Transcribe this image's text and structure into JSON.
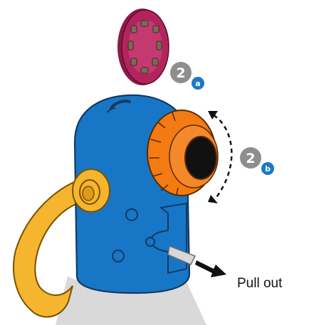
{
  "steps": {
    "a": {
      "number": "2",
      "sub": "a"
    },
    "b": {
      "number": "2",
      "sub": "b"
    }
  },
  "pull_label": "Pull out",
  "colors": {
    "body_blue": "#1777c6",
    "body_outline": "#123a63",
    "lens_orange": "#f47a14",
    "disc_magenta": "#b3245e",
    "strap_yellow": "#f5b52e",
    "badge_gray": "#8e8e8e",
    "badge_blue": "#1b78c8",
    "tab_gray": "#d8d8d8"
  }
}
